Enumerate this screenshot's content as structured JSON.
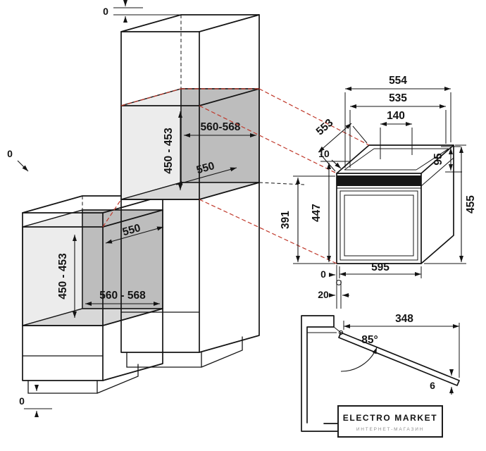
{
  "colors": {
    "line": "#141414",
    "accent_red": "#c0392b",
    "niche_back_gray": "#bdbdbd",
    "niche_shelf_gray": "#d8d8d8",
    "control_panel_dark": "#161616"
  },
  "tall_cabinet": {
    "clearance_top": "0",
    "clearance_side": "0",
    "niche_width": "560-568",
    "niche_depth": "550",
    "niche_height": "450 - 453"
  },
  "base_cabinet": {
    "niche_depth": "550",
    "niche_width": "560 - 568",
    "niche_height": "450 - 453",
    "clearance_bottom": "0"
  },
  "oven": {
    "width_top": "554",
    "width_body": "535",
    "panel_depth": "140",
    "depth": "553",
    "top_gap": "10",
    "panel_height": "95",
    "height_overall": "455",
    "door_height": "391",
    "body_height": "447",
    "width_front": "595",
    "front_offset_zero": "0",
    "front_offset": "20"
  },
  "door": {
    "open_width": "348",
    "open_angle": "85°",
    "gap": "6"
  },
  "logo": {
    "title": "ELECTRO MARKET",
    "subtitle": "ИНТЕРНЕТ-МАГАЗИН"
  }
}
